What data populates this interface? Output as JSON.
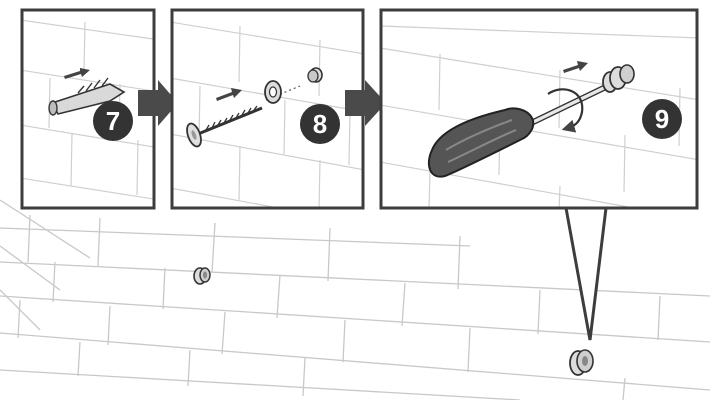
{
  "steps": [
    {
      "number": "7",
      "icon": "wall-anchor-icon"
    },
    {
      "number": "8",
      "icon": "screw-and-washer-icon"
    },
    {
      "number": "9",
      "icon": "screwdriver-icon"
    }
  ],
  "colors": {
    "frame": "#3d3d3d",
    "arrow": "#4a4a4a",
    "badge": "#333333",
    "brick_line": "#c8c8c8",
    "metal": "#d8d8d8",
    "handle": "#555555"
  }
}
